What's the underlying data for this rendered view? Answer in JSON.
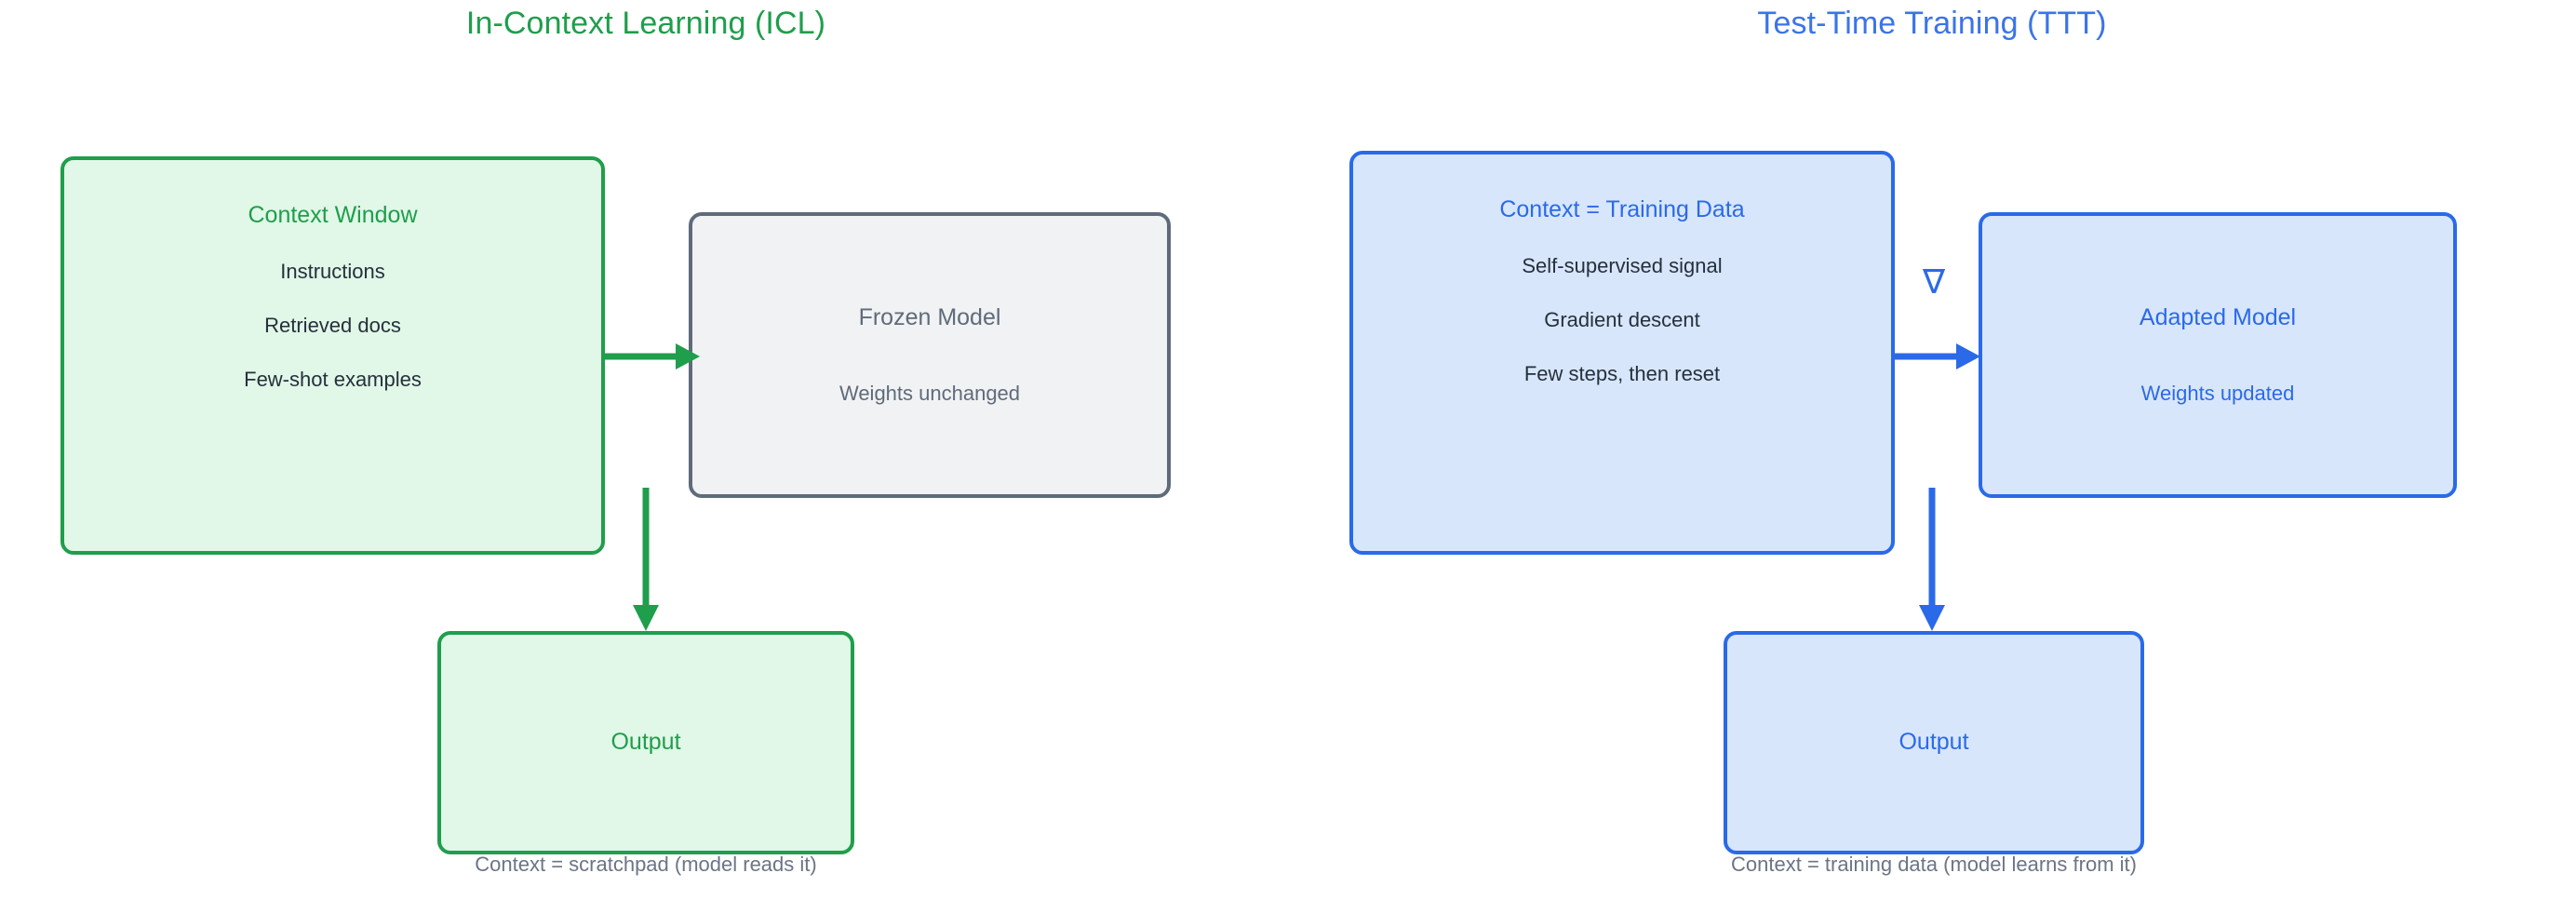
{
  "colors": {
    "icl_accent": "#1f9e4c",
    "icl_fill": "#e1f7e7",
    "ttt_accent": "#2a6ae8",
    "ttt_fill": "#d8e6fc",
    "frozen_border": "#5f6b7a",
    "frozen_fill": "#f1f2f4",
    "body_text": "#26303c",
    "caption_text": "#6b7585",
    "background": "#ffffff"
  },
  "panels": {
    "icl": {
      "title": "In-Context Learning (ICL)",
      "context_box": {
        "title": "Context Window",
        "lines": [
          "Instructions",
          "Retrieved docs",
          "Few-shot examples"
        ]
      },
      "model_box": {
        "title": "Frozen Model",
        "subtitle": "Weights unchanged"
      },
      "output_box": {
        "title": "Output"
      },
      "caption": "Context = scratchpad (model reads it)"
    },
    "ttt": {
      "title": "Test-Time Training (TTT)",
      "context_box": {
        "title": "Context = Training Data",
        "lines": [
          "Self-supervised signal",
          "Gradient descent",
          "Few steps, then reset"
        ]
      },
      "model_box": {
        "title": "Adapted Model",
        "subtitle": "Weights updated"
      },
      "output_box": {
        "title": "Output"
      },
      "caption": "Context = training data (model learns from it)",
      "gradient_symbol": "∇"
    }
  }
}
